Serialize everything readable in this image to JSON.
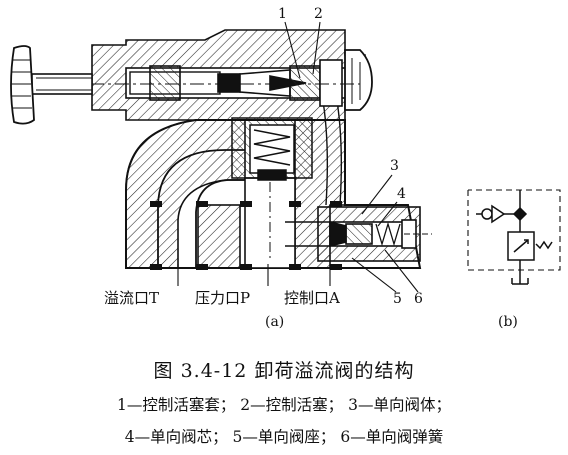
{
  "figure": {
    "title": "图 3.4-12   卸荷溢流阀的结构",
    "legend_line1": "1—控制活塞套； 2—控制活塞； 3—单向阀体；",
    "legend_line2": "4—单向阀芯； 5—单向阀座； 6—单向阀弹簧",
    "labels": {
      "part1": "1",
      "part2": "2",
      "part3": "3",
      "part4": "4",
      "part5": "5",
      "part6": "6",
      "port_t": "溢流口T",
      "port_p": "压力口P",
      "port_a": "控制口A",
      "sub_a": "(a)",
      "sub_b": "(b)"
    }
  }
}
